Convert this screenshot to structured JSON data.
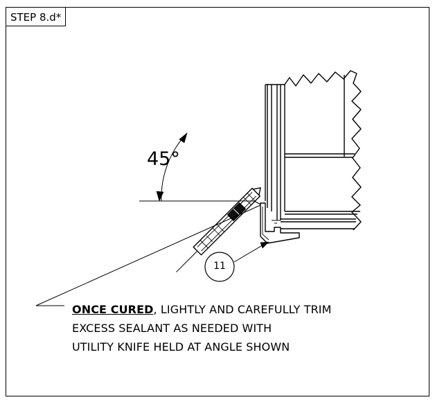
{
  "step": {
    "label": "STEP 8.d*"
  },
  "angle": {
    "label": "45°"
  },
  "callout": {
    "number": "11"
  },
  "note": {
    "emphasis": "ONCE CURED",
    "line1_rest": ", LIGHTLY AND CAREFULLY TRIM",
    "line2": "EXCESS SEALANT AS NEEDED WITH",
    "line3": "UTILITY KNIFE HELD AT ANGLE SHOWN"
  }
}
